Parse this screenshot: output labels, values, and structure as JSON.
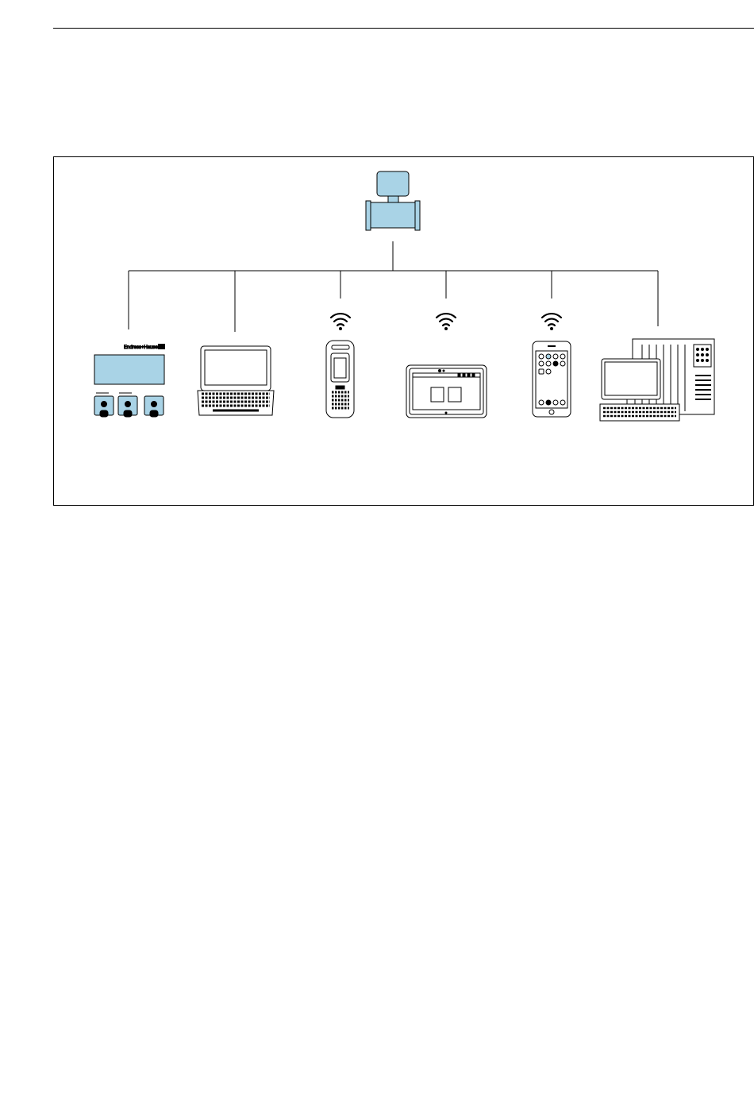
{
  "figure": {
    "brand": {
      "text": "Endress+Hauser"
    },
    "colors": {
      "device_fill": "#a9d3e6",
      "line": "#000000",
      "background": "#ffffff"
    },
    "nodes": [
      {
        "name": "measuring-device",
        "icon": "flowmeter-icon"
      },
      {
        "name": "local-display",
        "icon": "local-display-icon",
        "connection": "wired"
      },
      {
        "name": "laptop",
        "icon": "laptop-icon",
        "connection": "wired"
      },
      {
        "name": "handheld-terminal",
        "icon": "handheld-terminal-icon",
        "connection": "wireless"
      },
      {
        "name": "tablet",
        "icon": "tablet-icon",
        "connection": "wireless"
      },
      {
        "name": "smartphone",
        "icon": "smartphone-icon",
        "connection": "wireless"
      },
      {
        "name": "control-system",
        "icon": "control-system-icon",
        "connection": "wired"
      }
    ]
  }
}
